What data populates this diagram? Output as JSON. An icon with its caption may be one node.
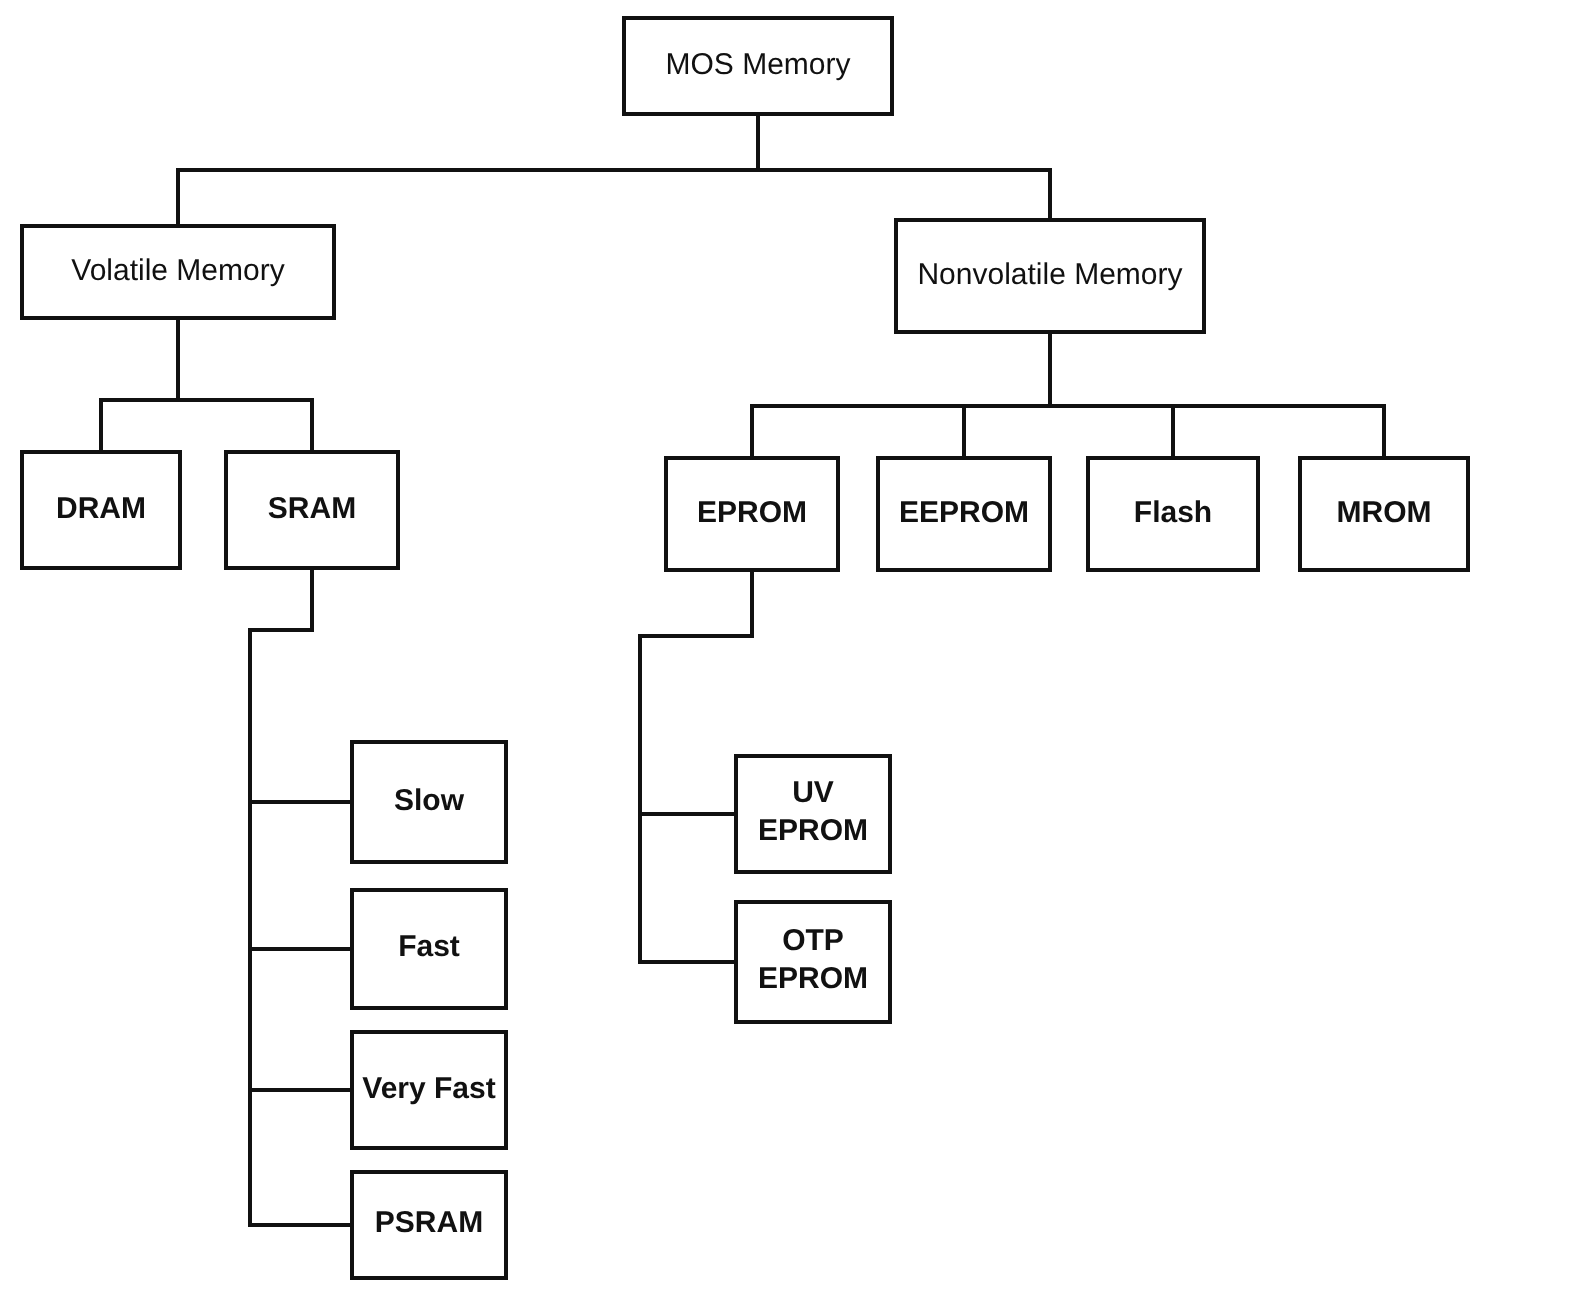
{
  "diagram": {
    "nodes": [
      {
        "text": [
          "MOS Memory"
        ]
      },
      {
        "text": [
          "Volatile Memory"
        ]
      },
      {
        "text": [
          "Nonvolatile Memory"
        ]
      },
      {
        "text": [
          "DRAM"
        ]
      },
      {
        "text": [
          "SRAM"
        ]
      },
      {
        "text": [
          "EPROM"
        ]
      },
      {
        "text": [
          "EEPROM"
        ]
      },
      {
        "text": [
          "Flash"
        ]
      },
      {
        "text": [
          "MROM"
        ]
      },
      {
        "text": [
          "Slow"
        ]
      },
      {
        "text": [
          "Fast"
        ]
      },
      {
        "text": [
          "Very Fast"
        ]
      },
      {
        "text": [
          "PSRAM"
        ]
      },
      {
        "text": [
          "UV EPROM"
        ]
      },
      {
        "text": [
          "OTP EPROM"
        ]
      }
    ],
    "edges": [
      {
        "from": 0,
        "to": 1,
        "arrow": "none"
      },
      {
        "from": 0,
        "to": 2,
        "arrow": "none"
      },
      {
        "from": 1,
        "to": 3,
        "arrow": "none"
      },
      {
        "from": 1,
        "to": 4,
        "arrow": "none"
      },
      {
        "from": 2,
        "to": 5,
        "arrow": "none"
      },
      {
        "from": 2,
        "to": 6,
        "arrow": "none"
      },
      {
        "from": 2,
        "to": 7,
        "arrow": "none"
      },
      {
        "from": 2,
        "to": 8,
        "arrow": "none"
      },
      {
        "from": 4,
        "to": 9,
        "arrow": "none"
      },
      {
        "from": 4,
        "to": 10,
        "arrow": "none"
      },
      {
        "from": 4,
        "to": 11,
        "arrow": "none"
      },
      {
        "from": 4,
        "to": 12,
        "arrow": "none"
      },
      {
        "from": 5,
        "to": 13,
        "arrow": "none"
      },
      {
        "from": 5,
        "to": 14,
        "arrow": "none"
      }
    ]
  }
}
